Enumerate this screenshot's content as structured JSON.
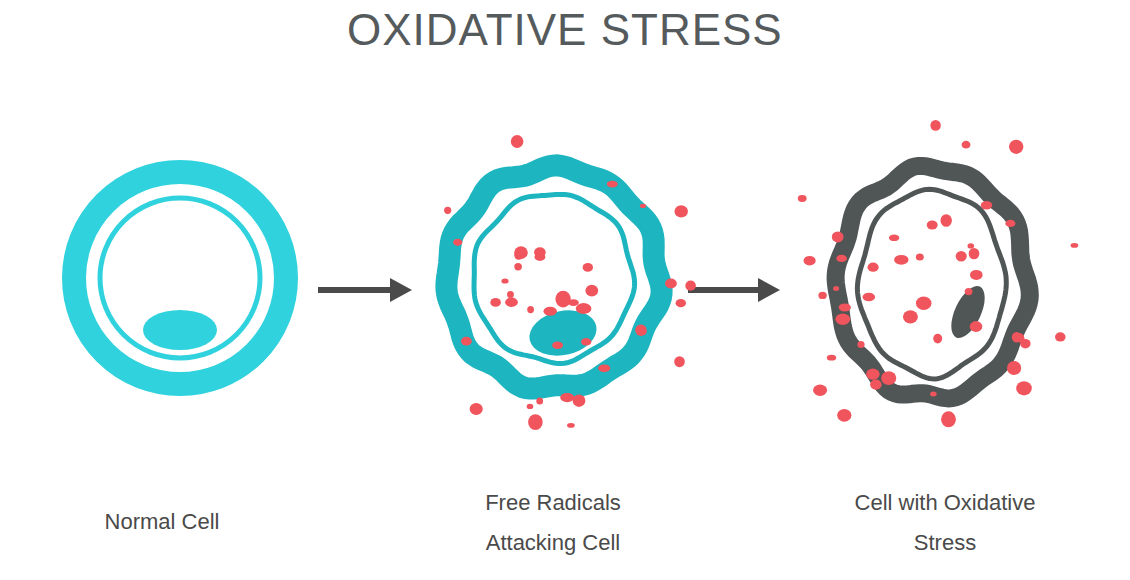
{
  "diagram": {
    "title": "OXIDATIVE STRESS",
    "labels": [
      "Normal Cell",
      "Free Radicals Attacking Cell",
      "Cell with Oxidative Stress"
    ]
  }
}
